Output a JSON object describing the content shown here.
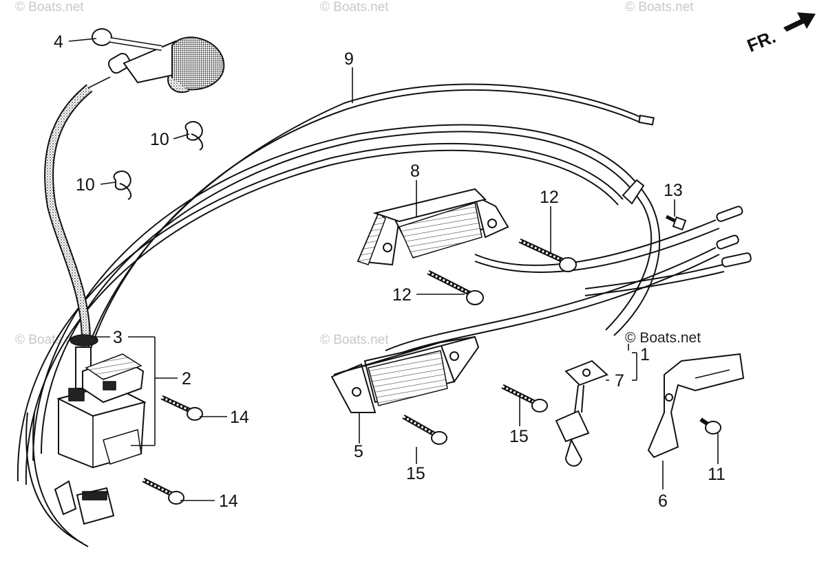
{
  "watermarks": {
    "top_left": "© Boats.net",
    "top_center": "© Boats.net",
    "top_right": "© Boats.net",
    "mid_left": "© Boats.net",
    "mid_center": "© Boats.net",
    "mid_right": "© Boats.net"
  },
  "direction": {
    "label": "FR."
  },
  "callouts": {
    "c1": "1",
    "c2": "2",
    "c3": "3",
    "c4": "4",
    "c5": "5",
    "c6": "6",
    "c7": "7",
    "c8": "8",
    "c9": "9",
    "c10a": "10",
    "c10b": "10",
    "c11": "11",
    "c12a": "12",
    "c12b": "12",
    "c13": "13",
    "c14a": "14",
    "c14b": "14",
    "c15a": "15",
    "c15b": "15"
  }
}
